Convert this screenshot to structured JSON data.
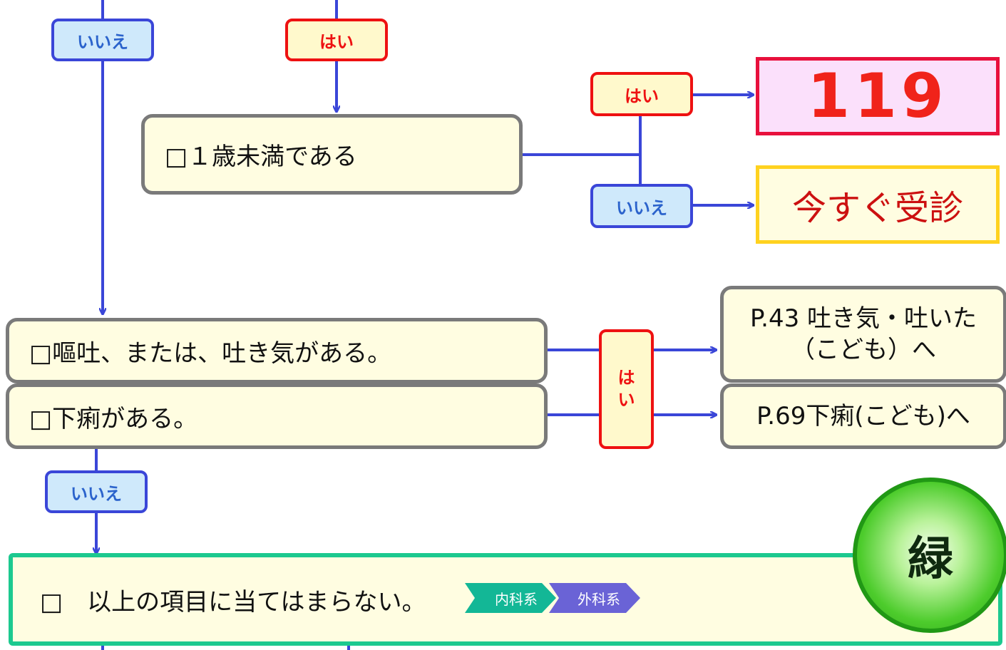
{
  "labels": {
    "yes": "はい",
    "no": "いいえ",
    "yes_vertical": "は\nい"
  },
  "questions": {
    "under_one": "□１歳未満である",
    "vomit": "□嘔吐、または、吐き気がある。",
    "diarrhea": "□下痢がある。"
  },
  "destinations": {
    "emergency": "119",
    "see_now": "今すぐ受診",
    "page_43": "P.43 吐き気・吐いた\n（こども）へ",
    "page_69": "P.69下痢(こども)へ"
  },
  "result": {
    "text": "□　以上の項目に当てはまらない。",
    "tags": [
      "内科系",
      "外科系"
    ],
    "color_label": "緑"
  },
  "colors": {
    "connector": "#3a46d8",
    "yes_border": "#ee1111",
    "no_border": "#3a46d8",
    "question_border": "#7a7a7a",
    "result_border": "#1cc98f",
    "internal_tag": "#13b796",
    "surgical_tag": "#6a63d6"
  }
}
